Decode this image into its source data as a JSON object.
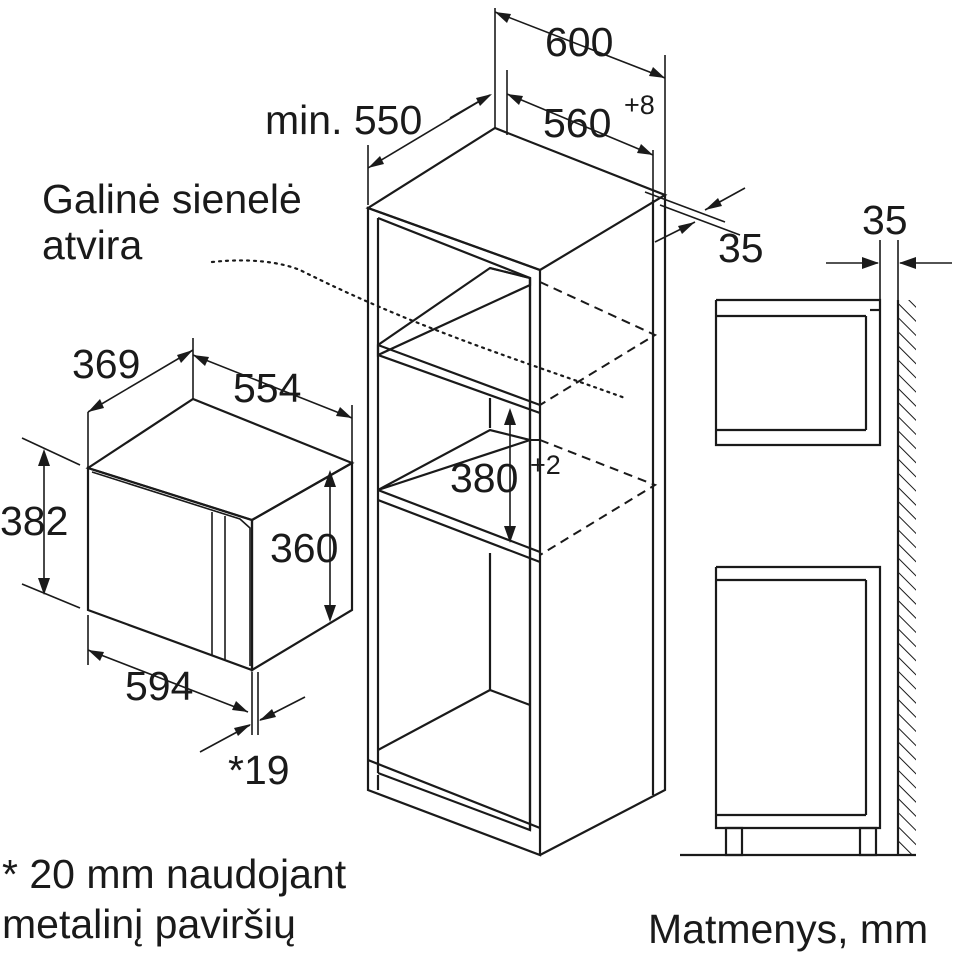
{
  "labels": {
    "back_wall": [
      "Galinė sienelė",
      "atvira"
    ],
    "dim_600": "600",
    "dim_min": "min. 550",
    "dim_560": "560",
    "dim_560_tol": "+8",
    "dim_35_side": "35",
    "dim_35_right": "35",
    "dim_369": "369",
    "dim_554": "554",
    "dim_382": "382",
    "dim_360": "360",
    "dim_380": "380",
    "dim_380_tol": "+2",
    "dim_594": "594",
    "dim_19": "*19",
    "footnote": [
      "* 20 mm naudojant",
      "metalinį paviršių"
    ],
    "units": "Matmenys, mm"
  }
}
